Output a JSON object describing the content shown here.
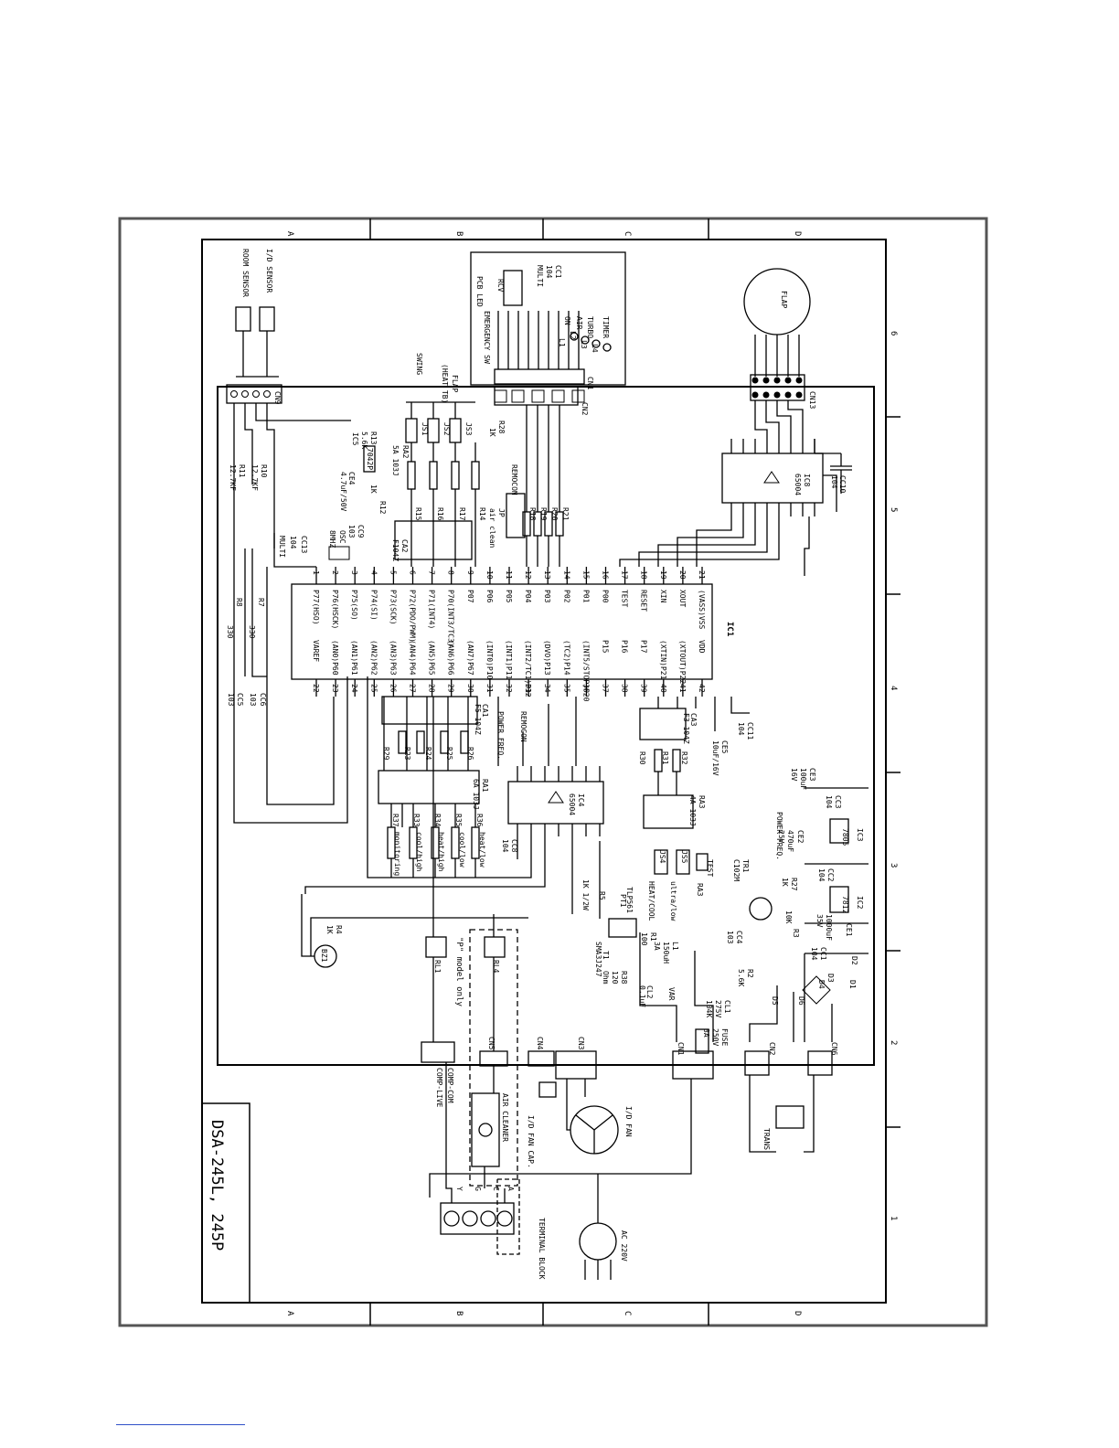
{
  "title_block": {
    "model": "DSA-245L, 245P"
  },
  "grid": {
    "rows": [
      "A",
      "B",
      "C",
      "D"
    ],
    "cols": [
      "6",
      "5",
      "4",
      "3",
      "2",
      "1"
    ]
  },
  "ic1": {
    "name": "IC1",
    "left_pins": [
      {
        "num": "21",
        "sig": "(VASS)VSS"
      },
      {
        "num": "20",
        "sig": "XOUT"
      },
      {
        "num": "19",
        "sig": "XIN"
      },
      {
        "num": "18",
        "sig": "RESET"
      },
      {
        "num": "17",
        "sig": "TEST"
      },
      {
        "num": "16",
        "sig": "P00"
      },
      {
        "num": "15",
        "sig": "P01"
      },
      {
        "num": "14",
        "sig": "P02"
      },
      {
        "num": "13",
        "sig": "P03"
      },
      {
        "num": "12",
        "sig": "P04"
      },
      {
        "num": "11",
        "sig": "P05"
      },
      {
        "num": "10",
        "sig": "P06"
      },
      {
        "num": "9",
        "sig": "P07"
      },
      {
        "num": "8",
        "sig": "P70(INT3/TC3)"
      },
      {
        "num": "7",
        "sig": "P71(INT4)"
      },
      {
        "num": "6",
        "sig": "P72(PDO/PWM)"
      },
      {
        "num": "5",
        "sig": "P73(SCK)"
      },
      {
        "num": "4",
        "sig": "P74(SI)"
      },
      {
        "num": "3",
        "sig": "P75(SO)"
      },
      {
        "num": "2",
        "sig": "P76(HSCK)"
      },
      {
        "num": "1",
        "sig": "P77(HSO)"
      }
    ],
    "right_pins": [
      {
        "num": "22",
        "sig": "VAREF"
      },
      {
        "num": "23",
        "sig": "(AN0)P60"
      },
      {
        "num": "24",
        "sig": "(AN1)P61"
      },
      {
        "num": "25",
        "sig": "(AN2)P62"
      },
      {
        "num": "26",
        "sig": "(AN3)P63"
      },
      {
        "num": "27",
        "sig": "(AN4)P64"
      },
      {
        "num": "28",
        "sig": "(AN5)P65"
      },
      {
        "num": "29",
        "sig": "(AN6)P66"
      },
      {
        "num": "30",
        "sig": "(AN7)P67"
      },
      {
        "num": "31",
        "sig": "(INT0)P10"
      },
      {
        "num": "32",
        "sig": "(INT1)P11"
      },
      {
        "num": "33",
        "sig": "(INT2/TC1)P12"
      },
      {
        "num": "34",
        "sig": "(DVO)P13"
      },
      {
        "num": "35",
        "sig": "(TC2)P14"
      },
      {
        "num": "36",
        "sig": "(INT5/STOP)P20"
      },
      {
        "num": "37",
        "sig": "P15"
      },
      {
        "num": "38",
        "sig": "P16"
      },
      {
        "num": "39",
        "sig": "P17"
      },
      {
        "num": "40",
        "sig": "(XTIN)P21"
      },
      {
        "num": "41",
        "sig": "(XTOUT)P22"
      },
      {
        "num": "42",
        "sig": "VDD"
      }
    ]
  },
  "labels": [
    {
      "id": "flap",
      "text": "FLAP"
    },
    {
      "id": "cn13",
      "text": "CN13"
    },
    {
      "id": "cc10",
      "text": "CC10"
    },
    {
      "id": "cc10v",
      "text": "104"
    },
    {
      "id": "ic8",
      "text": "IC8"
    },
    {
      "id": "ic8v",
      "text": "65004"
    },
    {
      "id": "cn1top",
      "text": "CN1"
    },
    {
      "id": "cc1",
      "text": "CC1"
    },
    {
      "id": "cc1v",
      "text": "104"
    },
    {
      "id": "cc1m",
      "text": "MULTI"
    },
    {
      "id": "rcv",
      "text": "RCV"
    },
    {
      "id": "pcbled",
      "text": "PCB LED"
    },
    {
      "id": "emsw",
      "text": "EMERGENCY SW"
    },
    {
      "id": "timer",
      "text": "TIMER"
    },
    {
      "id": "turbo",
      "text": "TURBO"
    },
    {
      "id": "air",
      "text": "AIR"
    },
    {
      "id": "on",
      "text": "ON"
    },
    {
      "id": "l1",
      "text": "L1"
    },
    {
      "id": "l2",
      "text": "L2"
    },
    {
      "id": "l3",
      "text": "L3"
    },
    {
      "id": "l4",
      "text": "L4"
    },
    {
      "id": "flapcn",
      "text": "FLAP"
    },
    {
      "id": "heattb",
      "text": "(HEAT TB)"
    },
    {
      "id": "swing",
      "text": "SWING"
    },
    {
      "id": "cn2top",
      "text": "CN2"
    },
    {
      "id": "idsensor",
      "text": "I/D SENSOR"
    },
    {
      "id": "roomsensor",
      "text": "ROOM SENSOR"
    },
    {
      "id": "cn9",
      "text": "CN9"
    },
    {
      "id": "r10",
      "text": "R10"
    },
    {
      "id": "r10v",
      "text": "12.7KF"
    },
    {
      "id": "r11",
      "text": "R11"
    },
    {
      "id": "r11v",
      "text": "12.7KF"
    },
    {
      "id": "r13",
      "text": "R13"
    },
    {
      "id": "r13v",
      "text": "5.6K"
    },
    {
      "id": "ic5",
      "text": "IC5"
    },
    {
      "id": "ic5v",
      "text": "7042P"
    },
    {
      "id": "ra2",
      "text": "RA2"
    },
    {
      "id": "ra2v",
      "text": "5A 103J"
    },
    {
      "id": "ce4",
      "text": "CE4"
    },
    {
      "id": "ce4v",
      "text": "4.7uF/50V"
    },
    {
      "id": "r12",
      "text": "R12"
    },
    {
      "id": "r12v",
      "text": "1K"
    },
    {
      "id": "cc9",
      "text": "CC9"
    },
    {
      "id": "cc9v",
      "text": "103"
    },
    {
      "id": "js1",
      "text": "JS1"
    },
    {
      "id": "js2",
      "text": "JS2"
    },
    {
      "id": "js3",
      "text": "JS3"
    },
    {
      "id": "r15",
      "text": "R15"
    },
    {
      "id": "r16",
      "text": "R16"
    },
    {
      "id": "r17",
      "text": "R17"
    },
    {
      "id": "r14",
      "text": "R14"
    },
    {
      "id": "ca2",
      "text": "CA2"
    },
    {
      "id": "ca2v",
      "text": "F104Z"
    },
    {
      "id": "r28",
      "text": "R28"
    },
    {
      "id": "r28v",
      "text": "1K"
    },
    {
      "id": "remocon1",
      "text": "REMOCON"
    },
    {
      "id": "jp",
      "text": "JP"
    },
    {
      "id": "airclean",
      "text": "air clean"
    },
    {
      "id": "r18",
      "text": "R18"
    },
    {
      "id": "r19",
      "text": "R19"
    },
    {
      "id": "r20",
      "text": "R20"
    },
    {
      "id": "r21",
      "text": "R21"
    },
    {
      "id": "osc",
      "text": "OSC"
    },
    {
      "id": "oscv",
      "text": "8MHZ"
    },
    {
      "id": "cc13",
      "text": "CC13"
    },
    {
      "id": "cc13v",
      "text": "104"
    },
    {
      "id": "cc13m",
      "text": "MULTI"
    },
    {
      "id": "r7",
      "text": "R7"
    },
    {
      "id": "r7v",
      "text": "330"
    },
    {
      "id": "r8",
      "text": "R8"
    },
    {
      "id": "r8v",
      "text": "330"
    },
    {
      "id": "cc6",
      "text": "CC6"
    },
    {
      "id": "cc6v",
      "text": "103"
    },
    {
      "id": "cc5",
      "text": "CC5"
    },
    {
      "id": "cc5v",
      "text": "103"
    },
    {
      "id": "ca1",
      "text": "CA1"
    },
    {
      "id": "f5",
      "text": "F5 104Z"
    },
    {
      "id": "r29",
      "text": "R29"
    },
    {
      "id": "r23",
      "text": "R23"
    },
    {
      "id": "r24",
      "text": "R24"
    },
    {
      "id": "r25",
      "text": "R25"
    },
    {
      "id": "r26",
      "text": "R26"
    },
    {
      "id": "pf1",
      "text": "POWER FREQ."
    },
    {
      "id": "remocon2",
      "text": "REMOCON"
    },
    {
      "id": "ra1",
      "text": "RA1"
    },
    {
      "id": "ra1v",
      "text": "6A 103J"
    },
    {
      "id": "ic4",
      "text": "IC4"
    },
    {
      "id": "ic4v",
      "text": "65004"
    },
    {
      "id": "cc8",
      "text": "CC8"
    },
    {
      "id": "cc8v",
      "text": "104"
    },
    {
      "id": "r37",
      "text": "R37"
    },
    {
      "id": "r33",
      "text": "R33"
    },
    {
      "id": "r34",
      "text": "R34"
    },
    {
      "id": "r35",
      "text": "R35"
    },
    {
      "id": "r36",
      "text": "R36"
    },
    {
      "id": "monitoring",
      "text": "monitoring"
    },
    {
      "id": "coolhigh",
      "text": "cool/high"
    },
    {
      "id": "heathigh",
      "text": "heat/high"
    },
    {
      "id": "coollow",
      "text": "cool/low"
    },
    {
      "id": "heatlow",
      "text": "heat/low"
    },
    {
      "id": "ca3",
      "text": "CA3"
    },
    {
      "id": "f3",
      "text": "F3 104Z"
    },
    {
      "id": "r30",
      "text": "R30"
    },
    {
      "id": "r31",
      "text": "R31"
    },
    {
      "id": "r32",
      "text": "R32"
    },
    {
      "id": "cc11",
      "text": "CC11"
    },
    {
      "id": "cc11v",
      "text": "104"
    },
    {
      "id": "ce5",
      "text": "CE5"
    },
    {
      "id": "ce5v",
      "text": "10uF/16V"
    },
    {
      "id": "ra3",
      "text": "RA3"
    },
    {
      "id": "ra3v",
      "text": "4A 103J"
    },
    {
      "id": "js4",
      "text": "JS4"
    },
    {
      "id": "js5",
      "text": "JS5"
    },
    {
      "id": "test",
      "text": "TEST"
    },
    {
      "id": "heatcool",
      "text": "HEAT/COOL"
    },
    {
      "id": "ultralow",
      "text": "ultra/low"
    },
    {
      "id": "ce3",
      "text": "CE3"
    },
    {
      "id": "ce3v",
      "text": "100uF"
    },
    {
      "id": "ce3v2",
      "text": "16V"
    },
    {
      "id": "cc3",
      "text": "CC3"
    },
    {
      "id": "cc3v",
      "text": "104"
    },
    {
      "id": "ic3",
      "text": "IC3"
    },
    {
      "id": "ic3v",
      "text": "7805"
    },
    {
      "id": "pf2",
      "text": "POWER FREQ."
    },
    {
      "id": "ce2",
      "text": "CE2"
    },
    {
      "id": "ce2v",
      "text": "470uF"
    },
    {
      "id": "ce2v2",
      "text": "25V"
    },
    {
      "id": "cc2",
      "text": "CC2"
    },
    {
      "id": "cc2v",
      "text": "104"
    },
    {
      "id": "ic2",
      "text": "IC2"
    },
    {
      "id": "ic2v",
      "text": "7812"
    },
    {
      "id": "tr1",
      "text": "TR1"
    },
    {
      "id": "tr1v",
      "text": "C102M"
    },
    {
      "id": "r27",
      "text": "R27"
    },
    {
      "id": "r27v",
      "text": "1K"
    },
    {
      "id": "r3",
      "text": "R3"
    },
    {
      "id": "r3v",
      "text": "10K"
    },
    {
      "id": "ce1",
      "text": "CE1"
    },
    {
      "id": "ce1v",
      "text": "1000uF"
    },
    {
      "id": "ce1v2",
      "text": "35V"
    },
    {
      "id": "cc4",
      "text": "CC4"
    },
    {
      "id": "cc4v",
      "text": "103"
    },
    {
      "id": "cc1b",
      "text": "CC1"
    },
    {
      "id": "cc1bv",
      "text": "104"
    },
    {
      "id": "r2",
      "text": "R2"
    },
    {
      "id": "r2v",
      "text": "5.6K"
    },
    {
      "id": "d1",
      "text": "D1"
    },
    {
      "id": "d2",
      "text": "D2"
    },
    {
      "id": "d3",
      "text": "D3"
    },
    {
      "id": "d4",
      "text": "D4"
    },
    {
      "id": "d5",
      "text": "D5"
    },
    {
      "id": "d6",
      "text": "D6"
    },
    {
      "id": "r4",
      "text": "R4"
    },
    {
      "id": "r4v",
      "text": "1K"
    },
    {
      "id": "bz1",
      "text": "BZ1"
    },
    {
      "id": "rl1",
      "text": "RL1"
    },
    {
      "id": "rl4",
      "text": "RL4"
    },
    {
      "id": "pmodel",
      "text": "\"P\" model only"
    },
    {
      "id": "r5",
      "text": "R5"
    },
    {
      "id": "r5v",
      "text": "1K 1/2W"
    },
    {
      "id": "pt1",
      "text": "PT1"
    },
    {
      "id": "tlp",
      "text": "TLP561"
    },
    {
      "id": "t1",
      "text": "T1"
    },
    {
      "id": "t1v",
      "text": "SMA3J247"
    },
    {
      "id": "r1",
      "text": "R1"
    },
    {
      "id": "r1v",
      "text": "100"
    },
    {
      "id": "lcoil",
      "text": "L1"
    },
    {
      "id": "lcoilv",
      "text": "150uH"
    },
    {
      "id": "lcoilv2",
      "text": "3A"
    },
    {
      "id": "r38",
      "text": "R38"
    },
    {
      "id": "r38v",
      "text": "120"
    },
    {
      "id": "r38v2",
      "text": "Ohm"
    },
    {
      "id": "cl2",
      "text": "CL2"
    },
    {
      "id": "cl2v",
      "text": "0.1uF"
    },
    {
      "id": "var",
      "text": "VAR"
    },
    {
      "id": "cl1",
      "text": "CL1"
    },
    {
      "id": "cl1v",
      "text": "275V"
    },
    {
      "id": "cl1v2",
      "text": "104K"
    },
    {
      "id": "fuse",
      "text": "FUSE"
    },
    {
      "id": "fusev",
      "text": "250V"
    },
    {
      "id": "fusev2",
      "text": "3A"
    },
    {
      "id": "cn5",
      "text": "CN5"
    },
    {
      "id": "cn4",
      "text": "CN4"
    },
    {
      "id": "cn3",
      "text": "CN3"
    },
    {
      "id": "cn1",
      "text": "CN1"
    },
    {
      "id": "cn2",
      "text": "CN2"
    },
    {
      "id": "cn6",
      "text": "CN6"
    },
    {
      "id": "complive",
      "text": "COMP-LIVE"
    },
    {
      "id": "compcom",
      "text": "COMP-COM"
    },
    {
      "id": "aircleaner",
      "text": "AIR CLEANER"
    },
    {
      "id": "idfan",
      "text": "I/D FAN"
    },
    {
      "id": "idfancap",
      "text": "I/D FAN CAP."
    },
    {
      "id": "trans",
      "text": "TRANS"
    },
    {
      "id": "termblock",
      "text": "TERMINAL BLOCK"
    },
    {
      "id": "ac220",
      "text": "AC 220V"
    },
    {
      "id": "tby",
      "text": "Y"
    },
    {
      "id": "tbg",
      "text": "G"
    },
    {
      "id": "tbc",
      "text": "C"
    },
    {
      "id": "tba",
      "text": "A"
    }
  ]
}
